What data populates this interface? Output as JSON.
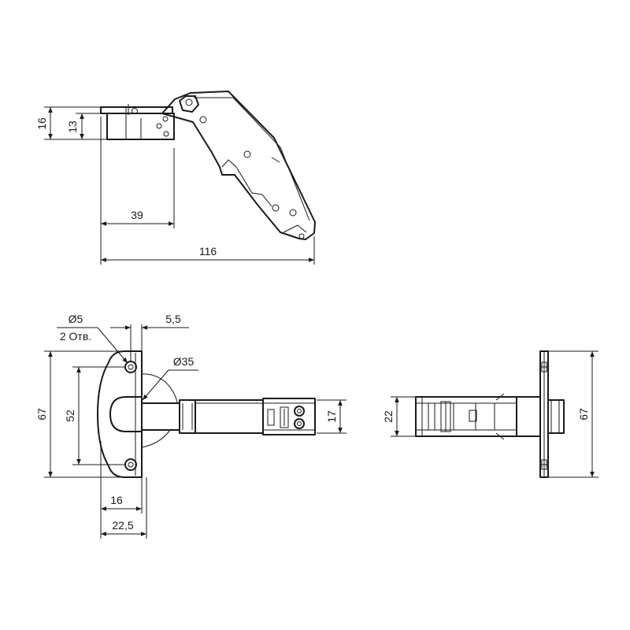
{
  "dimensions": {
    "side_height_outer": "16",
    "side_height_inner": "13",
    "side_depth": "39",
    "side_total_length": "116",
    "hole_diameter": "Ø5",
    "hole_count": "2 Отв.",
    "edge_offset": "5,5",
    "cup_diameter": "Ø35",
    "plate_height": "67",
    "hole_spacing": "52",
    "arm_width": "17",
    "cup_offset": "16",
    "plate_depth": "22,5",
    "right_arm_height": "22",
    "right_plate_height": "67"
  }
}
